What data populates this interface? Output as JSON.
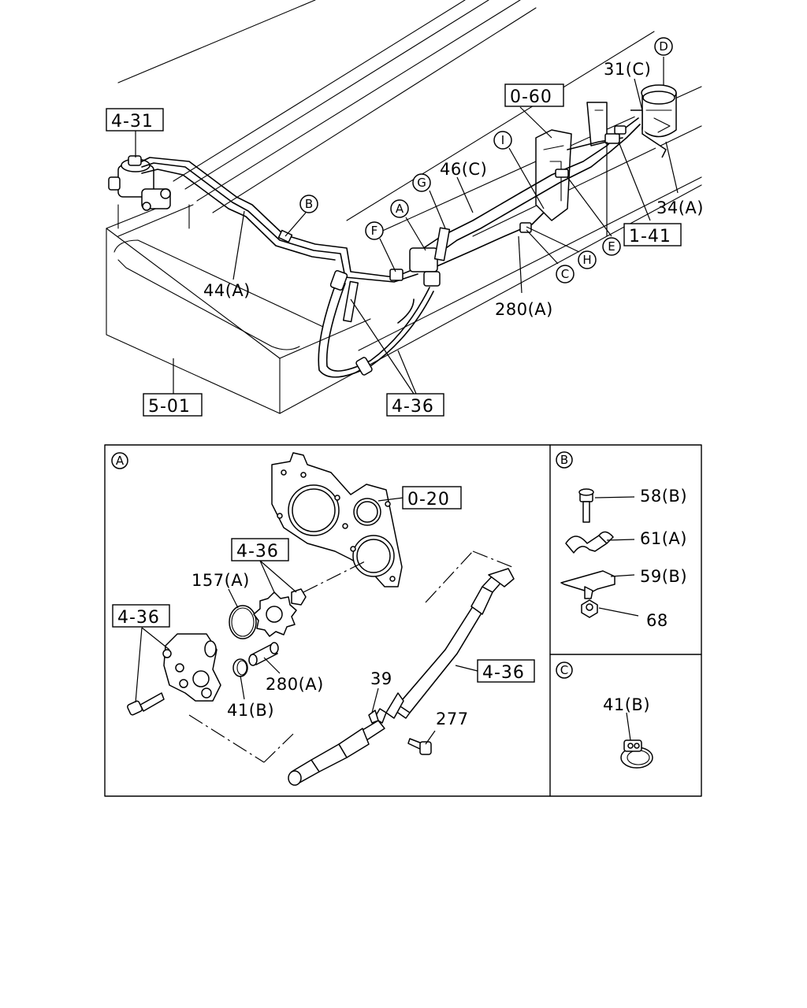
{
  "top": {
    "refs": [
      "4-31",
      "0-60",
      "1-41",
      "5-01",
      "4-36"
    ],
    "labels": [
      "31(C)",
      "46(C)",
      "34(A)",
      "44(A)",
      "280(A)"
    ],
    "circles": [
      "D",
      "I",
      "G",
      "A",
      "B",
      "F",
      "H",
      "C",
      "E"
    ]
  },
  "panel_a": {
    "tag": "A",
    "refs": [
      "0-20",
      "4-36",
      "4-36",
      "4-36"
    ],
    "labels": [
      "157(A)",
      "280(A)",
      "41(B)",
      "39",
      "277"
    ]
  },
  "panel_b": {
    "tag": "B",
    "labels": [
      "58(B)",
      "61(A)",
      "59(B)",
      "68"
    ]
  },
  "panel_c": {
    "tag": "C",
    "labels": [
      "41(B)"
    ]
  }
}
